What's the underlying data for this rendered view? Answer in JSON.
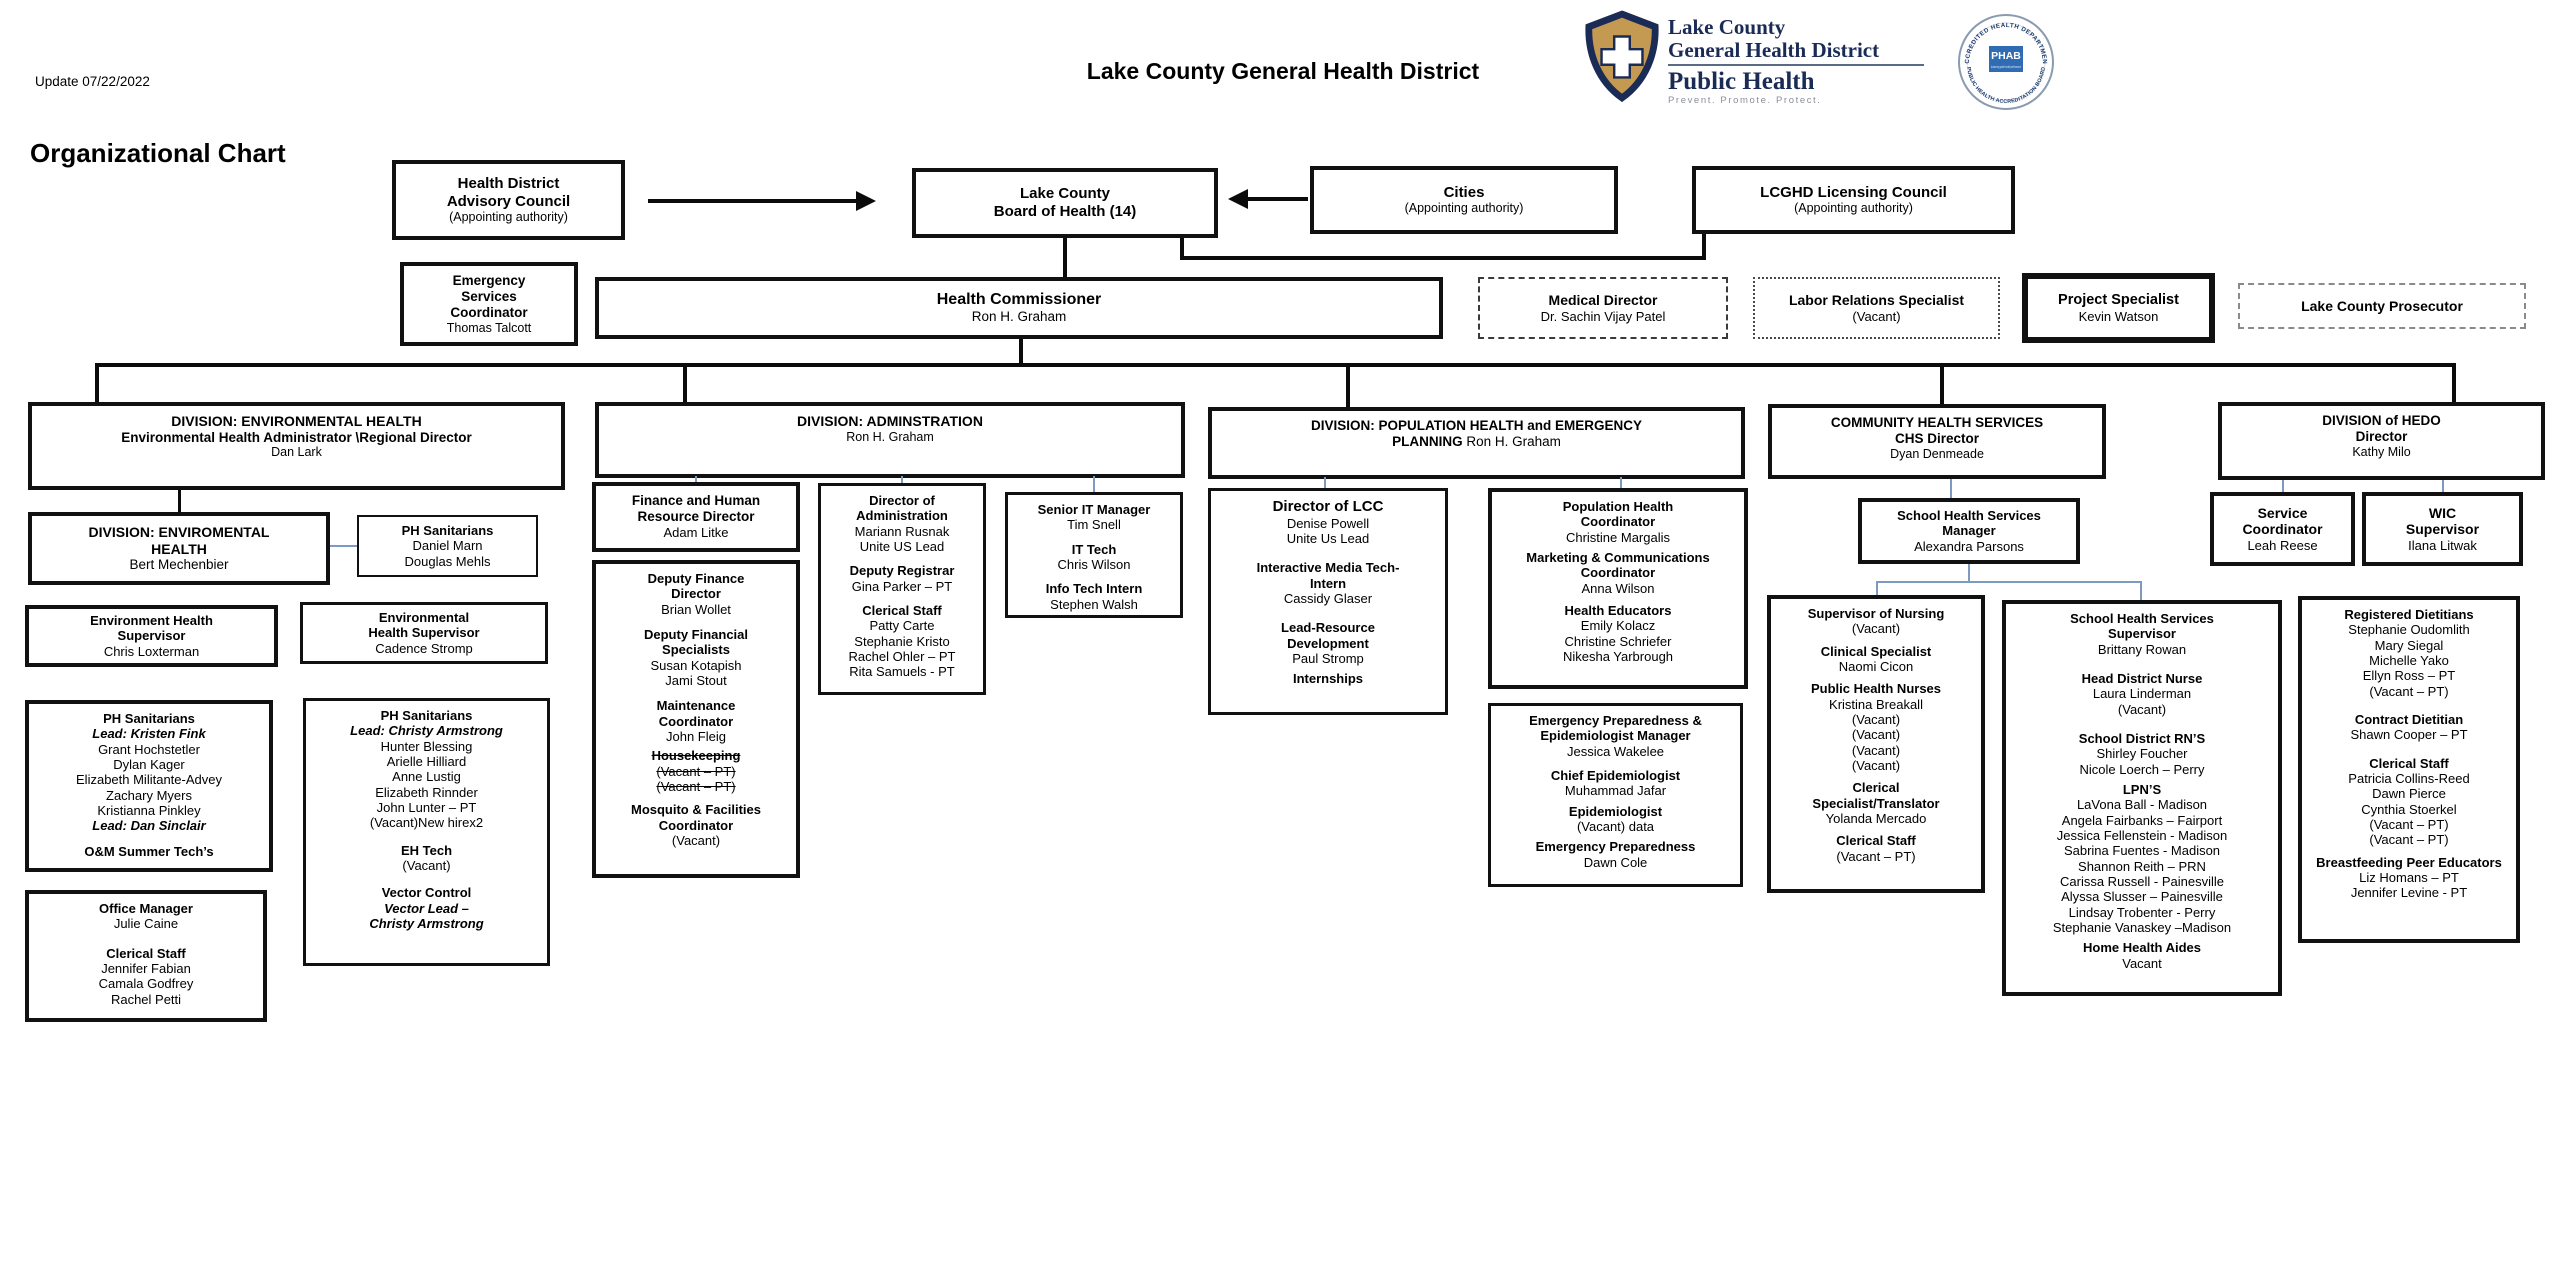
{
  "header": {
    "update": "Update 07/22/2022",
    "page_title": "Organizational Chart",
    "district_title": "Lake County General Health District"
  },
  "logo": {
    "name_line1": "Lake County",
    "name_line2": "General Health District",
    "brand": "Public Health",
    "tagline": "Prevent.  Promote.  Protect.",
    "seal_top": "ACCREDITED HEALTH DEPARTMENT",
    "seal_bottom": "PUBLIC HEALTH ACCREDITATION BOARD",
    "seal_center": "PHAB",
    "seal_sub": "Advancing public health performance",
    "colors": {
      "navy": "#1a2b55",
      "gold": "#c49a52",
      "seal_blue": "#2f6cb3"
    }
  },
  "boxes": {
    "advisory_council": {
      "lines": [
        {
          "t": "Health District",
          "b": true,
          "sz": 15
        },
        {
          "t": "Advisory Council",
          "b": true,
          "sz": 15
        },
        {
          "t": "(Appointing authority)",
          "sz": 12.5
        }
      ]
    },
    "board_of_health": {
      "lines": [
        {
          "t": "Lake County",
          "b": true,
          "sz": 15
        },
        {
          "t": "Board of Health (14)",
          "b": true,
          "sz": 15
        }
      ]
    },
    "cities": {
      "lines": [
        {
          "t": "Cities",
          "b": true,
          "sz": 15
        },
        {
          "t": "(Appointing authority)",
          "sz": 12.5
        }
      ]
    },
    "licensing_council": {
      "lines": [
        {
          "t": "LCGHD Licensing Council",
          "b": true,
          "sz": 15
        },
        {
          "t": "(Appointing authority)",
          "sz": 12.5
        }
      ]
    },
    "emergency_services": {
      "lines": [
        {
          "t": "Emergency",
          "b": true,
          "sz": 13.5
        },
        {
          "t": "Services",
          "b": true,
          "sz": 13.5
        },
        {
          "t": "Coordinator",
          "b": true,
          "sz": 13.5
        },
        {
          "t": "Thomas Talcott",
          "sz": 12.5
        }
      ]
    },
    "health_commissioner": {
      "lines": [
        {
          "t": "Health Commissioner",
          "b": true,
          "sz": 16
        },
        {
          "t": "Ron H. Graham",
          "sz": 13.5
        }
      ]
    },
    "medical_director": {
      "lines": [
        {
          "t": "Medical Director",
          "b": true,
          "sz": 14
        },
        {
          "t": "Dr. Sachin Vijay Patel",
          "sz": 13
        }
      ]
    },
    "labor_relations": {
      "lines": [
        {
          "t": "Labor Relations Specialist",
          "b": true,
          "sz": 14
        },
        {
          "t": "(Vacant)",
          "sz": 13
        }
      ]
    },
    "project_specialist": {
      "lines": [
        {
          "t": "Project Specialist",
          "b": true,
          "sz": 14.5
        },
        {
          "t": "Kevin Watson",
          "sz": 13
        }
      ]
    },
    "prosecutor": {
      "lines": [
        {
          "t": "Lake County Prosecutor",
          "b": true,
          "sz": 14
        }
      ]
    },
    "div_env": {
      "lines": [
        {
          "t": "DIVISION: ENVIRONMENTAL HEALTH",
          "b": true,
          "sz": 14
        },
        {
          "t": "Environmental Health Administrator \\Regional Director",
          "b": true,
          "sz": 13.5
        },
        {
          "t": "Dan Lark",
          "sz": 12.5
        }
      ]
    },
    "div_admin": {
      "lines": [
        {
          "t": "DIVISION: ADMINSTRATION",
          "b": true,
          "sz": 14
        },
        {
          "t": "Ron H. Graham",
          "sz": 12.5
        }
      ]
    },
    "div_pop": {
      "lines": [
        {
          "t": "DIVISION: POPULATION HEALTH and EMERGENCY",
          "b": true,
          "sz": 13.5
        },
        {
          "parts": [
            {
              "t": "PLANNING ",
              "b": true
            },
            {
              "t": "Ron H. Graham"
            }
          ],
          "sz": 13.5
        }
      ]
    },
    "div_chs": {
      "lines": [
        {
          "t": "COMMUNITY HEALTH SERVICES",
          "b": true,
          "sz": 13.5
        },
        {
          "t": "CHS Director",
          "b": true,
          "sz": 13.5
        },
        {
          "t": "Dyan Denmeade",
          "sz": 12.5
        }
      ]
    },
    "div_hedo": {
      "lines": [
        {
          "t": "DIVISION of HEDO",
          "b": true,
          "sz": 13.5
        },
        {
          "t": "Director",
          "b": true,
          "sz": 13.5
        },
        {
          "t": "Kathy Milo",
          "sz": 12.5
        }
      ]
    },
    "env_sub_division": {
      "lines": [
        {
          "t": "DIVISION: ENVIROMENTAL",
          "b": true,
          "sz": 14
        },
        {
          "t": "HEALTH",
          "b": true,
          "sz": 14
        },
        {
          "t": "Bert Mechenbier",
          "sz": 13.5
        }
      ]
    },
    "ph_sanitarians_small": {
      "lines": [
        {
          "t": "PH Sanitarians",
          "b": true
        },
        {
          "t": "Daniel Marn"
        },
        {
          "t": "Douglas Mehls"
        }
      ]
    },
    "env_supervisor_1": {
      "lines": [
        {
          "t": "Environment Health",
          "b": true
        },
        {
          "t": "Supervisor",
          "b": true
        },
        {
          "t": "Chris Loxterman"
        }
      ]
    },
    "env_supervisor_2": {
      "lines": [
        {
          "t": "Environmental",
          "b": true
        },
        {
          "t": "Health Supervisor",
          "b": true
        },
        {
          "t": "Cadence Stromp"
        }
      ]
    },
    "ph_sanitarians_list_1": {
      "lines": [
        {
          "t": "PH Sanitarians",
          "b": true
        },
        {
          "t": "Lead: Kristen Fink",
          "b": true,
          "i": true
        },
        {
          "t": "Grant Hochstetler"
        },
        {
          "t": "Dylan Kager"
        },
        {
          "t": "Elizabeth Militante-Advey"
        },
        {
          "t": "Zachary Myers"
        },
        {
          "t": "Kristianna Pinkley"
        },
        {
          "t": "Lead:  Dan Sinclair",
          "b": true,
          "i": true
        },
        {
          "t": "O&M Summer Tech’s",
          "b": true,
          "gap": 10
        }
      ]
    },
    "office_manager": {
      "lines": [
        {
          "t": "Office Manager",
          "b": true
        },
        {
          "t": "Julie Caine"
        },
        {
          "t": "Clerical Staff",
          "b": true,
          "gap": 14
        },
        {
          "t": "Jennifer Fabian"
        },
        {
          "t": "Camala Godfrey"
        },
        {
          "t": "Rachel Petti"
        }
      ]
    },
    "ph_sanitarians_list_2": {
      "lines": [
        {
          "t": "PH Sanitarians",
          "b": true
        },
        {
          "t": "Lead:  Christy Armstrong",
          "b": true,
          "i": true
        },
        {
          "t": "Hunter Blessing"
        },
        {
          "t": "Arielle Hilliard"
        },
        {
          "t": "Anne Lustig"
        },
        {
          "t": "Elizabeth Rinnder"
        },
        {
          "t": "John Lunter – PT"
        },
        {
          "t": "(Vacant)New hirex2"
        },
        {
          "t": "EH Tech",
          "b": true,
          "gap": 12
        },
        {
          "t": "(Vacant)"
        },
        {
          "t": "Vector Control",
          "b": true,
          "gap": 12
        },
        {
          "t": "Vector Lead –",
          "b": true,
          "i": true
        },
        {
          "t": "Christy Armstrong",
          "b": true,
          "i": true
        }
      ]
    },
    "finance_director": {
      "lines": [
        {
          "t": "Finance and Human",
          "b": true,
          "sz": 13.5
        },
        {
          "t": "Resource Director",
          "b": true,
          "sz": 13.5
        },
        {
          "t": "Adam Litke"
        }
      ]
    },
    "finance_staff": {
      "lines": [
        {
          "t": "Deputy Finance",
          "b": true
        },
        {
          "t": "Director",
          "b": true
        },
        {
          "t": "Brian Wollet"
        },
        {
          "t": "Deputy Financial",
          "b": true,
          "gap": 10
        },
        {
          "t": "Specialists",
          "b": true
        },
        {
          "t": "Susan Kotapish"
        },
        {
          "t": "Jami Stout"
        },
        {
          "t": "Maintenance",
          "b": true,
          "gap": 10
        },
        {
          "t": "Coordinator",
          "b": true
        },
        {
          "t": "John Fleig"
        },
        {
          "t": "Housekeeping",
          "b": true,
          "s": true,
          "gap": 4
        },
        {
          "t": "(Vacant – PT)",
          "s": true
        },
        {
          "t": "(Vacant – PT)",
          "s": true
        },
        {
          "t": "Mosquito & Facilities",
          "b": true,
          "gap": 8
        },
        {
          "t": "Coordinator",
          "b": true
        },
        {
          "t": "(Vacant)"
        }
      ]
    },
    "admin_director": {
      "lines": [
        {
          "t": "Director of",
          "b": true
        },
        {
          "t": "Administration",
          "b": true
        },
        {
          "t": "Mariann Rusnak"
        },
        {
          "t": "Unite US Lead"
        },
        {
          "t": "Deputy Registrar",
          "b": true,
          "gap": 9
        },
        {
          "t": "Gina Parker – PT"
        },
        {
          "t": "Clerical Staff",
          "b": true,
          "gap": 9
        },
        {
          "t": "Patty Carte"
        },
        {
          "t": "Stephanie Kristo"
        },
        {
          "t": "Rachel Ohler – PT"
        },
        {
          "t": "Rita Samuels - PT"
        }
      ]
    },
    "it_team": {
      "lines": [
        {
          "t": "Senior IT Manager",
          "b": true
        },
        {
          "t": "Tim Snell"
        },
        {
          "t": "IT Tech",
          "b": true,
          "gap": 9
        },
        {
          "t": "Chris Wilson"
        },
        {
          "t": "Info Tech Intern",
          "b": true,
          "gap": 9
        },
        {
          "t": "Stephen Walsh"
        }
      ]
    },
    "lcc": {
      "lines": [
        {
          "t": "Director of LCC",
          "b": true,
          "sz": 15
        },
        {
          "t": "Denise Powell"
        },
        {
          "t": "Unite Us Lead"
        },
        {
          "t": "Interactive Media Tech-",
          "b": true,
          "gap": 14
        },
        {
          "t": "Intern",
          "b": true
        },
        {
          "t": "Cassidy Glaser"
        },
        {
          "t": "Lead-Resource",
          "b": true,
          "gap": 14
        },
        {
          "t": "Development",
          "b": true
        },
        {
          "t": "Paul Stromp"
        },
        {
          "t": "Internships",
          "b": true,
          "gap": 5
        }
      ]
    },
    "pop_coordinator": {
      "lines": [
        {
          "t": "Population Health",
          "b": true
        },
        {
          "t": "Coordinator",
          "b": true
        },
        {
          "t": "Christine Margalis"
        },
        {
          "t": "Marketing & Communications",
          "b": true,
          "gap": 5
        },
        {
          "t": "Coordinator",
          "b": true
        },
        {
          "t": "Anna Wilson"
        },
        {
          "t": "Health Educators",
          "b": true,
          "gap": 7
        },
        {
          "t": "Emily Kolacz"
        },
        {
          "t": "Christine Schriefer"
        },
        {
          "t": "Nikesha Yarbrough"
        }
      ]
    },
    "ep_manager": {
      "lines": [
        {
          "t": "Emergency Preparedness &",
          "b": true
        },
        {
          "t": "Epidemiologist Manager",
          "b": true
        },
        {
          "t": "Jessica Wakelee"
        },
        {
          "t": "Chief Epidemiologist",
          "b": true,
          "gap": 9
        },
        {
          "t": "Muhammad Jafar"
        },
        {
          "t": "Epidemiologist",
          "b": true,
          "gap": 5
        },
        {
          "t": "(Vacant) data"
        },
        {
          "t": "Emergency Preparedness",
          "b": true,
          "gap": 5
        },
        {
          "t": "Dawn Cole"
        }
      ]
    },
    "shs_manager": {
      "lines": [
        {
          "t": "School Health Services",
          "b": true
        },
        {
          "t": "Manager",
          "b": true
        },
        {
          "t": "Alexandra Parsons"
        }
      ]
    },
    "nursing": {
      "lines": [
        {
          "t": "Supervisor of Nursing",
          "b": true
        },
        {
          "t": "(Vacant)"
        },
        {
          "t": "Clinical Specialist",
          "b": true,
          "gap": 7
        },
        {
          "t": "Naomi Cicon"
        },
        {
          "t": "Public Health Nurses",
          "b": true,
          "gap": 7
        },
        {
          "t": "Kristina Breakall"
        },
        {
          "t": "(Vacant)"
        },
        {
          "t": "(Vacant)"
        },
        {
          "t": "(Vacant)"
        },
        {
          "t": "(Vacant)"
        },
        {
          "t": "Clerical",
          "b": true,
          "gap": 7
        },
        {
          "t": "Specialist/Translator",
          "b": true
        },
        {
          "t": "Yolanda Mercado"
        },
        {
          "t": "Clerical Staff",
          "b": true,
          "gap": 7
        },
        {
          "t": "(Vacant – PT)"
        }
      ]
    },
    "shs_supervisor": {
      "lines": [
        {
          "t": "School Health Services",
          "b": true
        },
        {
          "t": "Supervisor",
          "b": true
        },
        {
          "t": "Brittany Rowan"
        },
        {
          "t": "Head District Nurse",
          "b": true,
          "gap": 14
        },
        {
          "t": "Laura Linderman"
        },
        {
          "t": "(Vacant)"
        },
        {
          "t": "School District RN’S",
          "b": true,
          "gap": 14
        },
        {
          "t": "Shirley Foucher"
        },
        {
          "t": "Nicole Loerch – Perry"
        },
        {
          "t": "LPN’S",
          "b": true,
          "gap": 5
        },
        {
          "t": "LaVona Ball - Madison"
        },
        {
          "t": "Angela Fairbanks – Fairport"
        },
        {
          "t": "Jessica Fellenstein - Madison"
        },
        {
          "t": "Sabrina Fuentes - Madison"
        },
        {
          "t": "Shannon Reith – PRN"
        },
        {
          "t": "Carissa Russell - Painesville"
        },
        {
          "t": "Alyssa Slusser – Painesville"
        },
        {
          "t": "Lindsay Trobenter - Perry"
        },
        {
          "t": "Stephanie Vanaskey –Madison"
        },
        {
          "t": "Home Health Aides",
          "b": true,
          "gap": 5
        },
        {
          "t": "Vacant"
        }
      ]
    },
    "service_coordinator": {
      "lines": [
        {
          "t": "Service",
          "b": true,
          "sz": 14
        },
        {
          "t": "Coordinator",
          "b": true,
          "sz": 14
        },
        {
          "t": "Leah Reese"
        }
      ]
    },
    "wic_supervisor": {
      "lines": [
        {
          "t": "WIC",
          "b": true,
          "sz": 14
        },
        {
          "t": "Supervisor",
          "b": true,
          "sz": 14
        },
        {
          "t": "Ilana Litwak"
        }
      ]
    },
    "dietitians": {
      "lines": [
        {
          "t": "Registered Dietitians",
          "b": true
        },
        {
          "t": "Stephanie Oudomlith"
        },
        {
          "t": "Mary Siegal"
        },
        {
          "t": "Michelle Yako"
        },
        {
          "t": "Ellyn Ross – PT"
        },
        {
          "t": "(Vacant – PT)"
        },
        {
          "t": "Contract Dietitian",
          "b": true,
          "gap": 13
        },
        {
          "t": "Shawn Cooper – PT"
        },
        {
          "t": "Clerical Staff",
          "b": true,
          "gap": 13
        },
        {
          "t": "Patricia Collins-Reed"
        },
        {
          "t": "Dawn Pierce"
        },
        {
          "t": "Cynthia Stoerkel"
        },
        {
          "t": "(Vacant – PT)"
        },
        {
          "t": "(Vacant – PT)"
        },
        {
          "t": "Breastfeeding Peer Educators",
          "b": true,
          "gap": 7
        },
        {
          "t": "Liz Homans – PT"
        },
        {
          "t": "Jennifer Levine - PT"
        }
      ]
    }
  }
}
